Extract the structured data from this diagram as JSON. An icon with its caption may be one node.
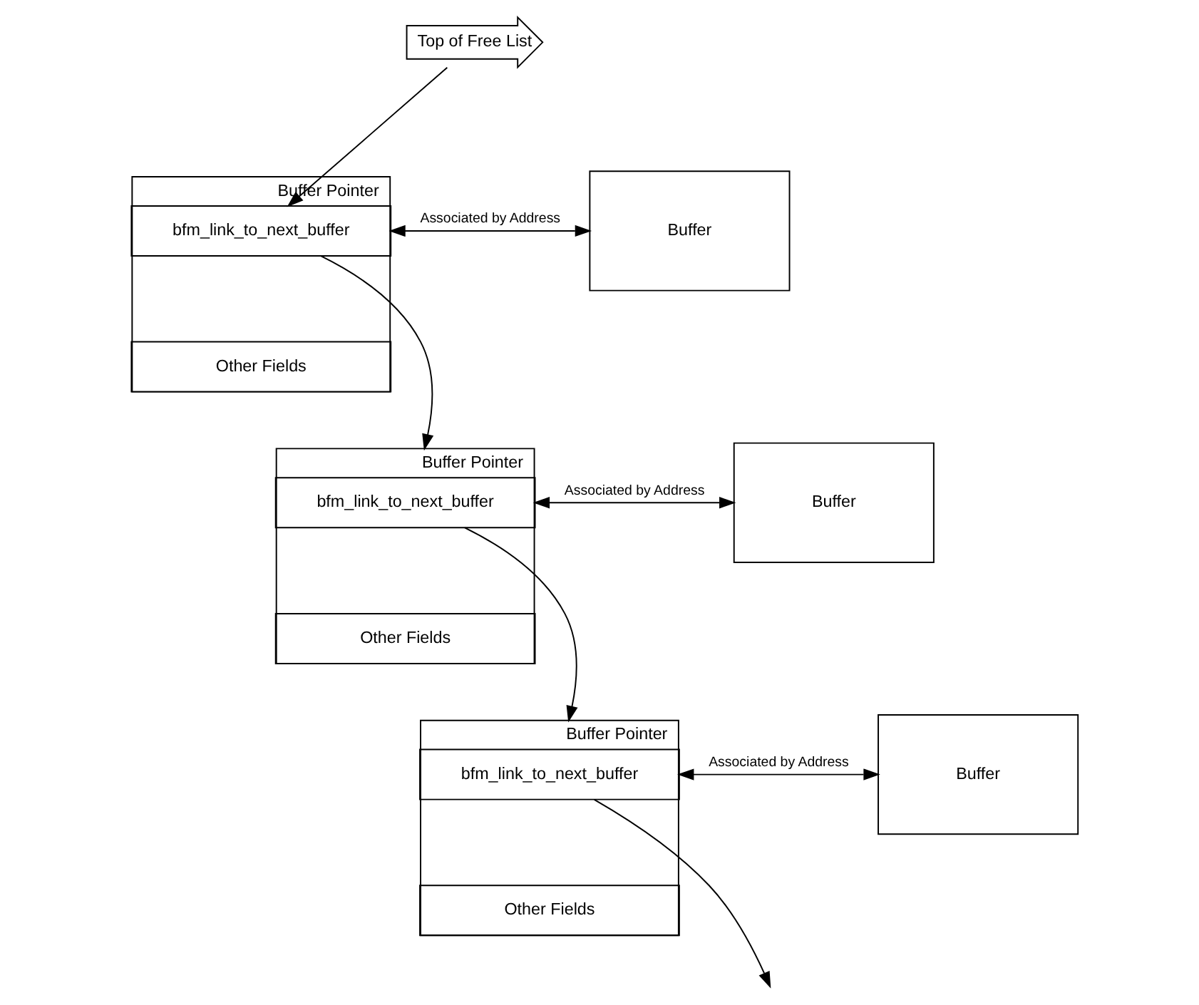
{
  "diagram": {
    "nodes": [
      {
        "text": [
          "Top of Free List"
        ]
      },
      {
        "text": [
          "Buffer Pointer"
        ]
      },
      {
        "text": [
          "bfm_link_to_next_buffer"
        ],
        "in": 1
      },
      {
        "text": [
          "Other Fields"
        ],
        "in": 1
      },
      {
        "text": [
          "Buffer"
        ]
      },
      {
        "text": [
          "Buffer Pointer"
        ]
      },
      {
        "text": [
          "bfm_link_to_next_buffer"
        ],
        "in": 5
      },
      {
        "text": [
          "Other Fields"
        ],
        "in": 5
      },
      {
        "text": [
          "Buffer"
        ]
      },
      {
        "text": [
          "Buffer Pointer"
        ]
      },
      {
        "text": [
          "bfm_link_to_next_buffer"
        ],
        "in": 9
      },
      {
        "text": [
          "Other Fields"
        ],
        "in": 9
      },
      {
        "text": [
          "Buffer"
        ]
      }
    ],
    "edges": [
      {
        "from": 0,
        "to": 2,
        "arrow": "to"
      },
      {
        "from": 2,
        "to": 4,
        "arrow": "both",
        "label": "Associated by Address"
      },
      {
        "from": 2,
        "to": 5,
        "arrow": "to"
      },
      {
        "from": 6,
        "to": 8,
        "arrow": "both",
        "label": "Associated by Address"
      },
      {
        "from": 6,
        "to": 9,
        "arrow": "to"
      },
      {
        "from": 10,
        "to": 12,
        "arrow": "both",
        "label": "Associated by Address"
      },
      {
        "from": 10,
        "to": null,
        "arrow": "to"
      }
    ]
  }
}
